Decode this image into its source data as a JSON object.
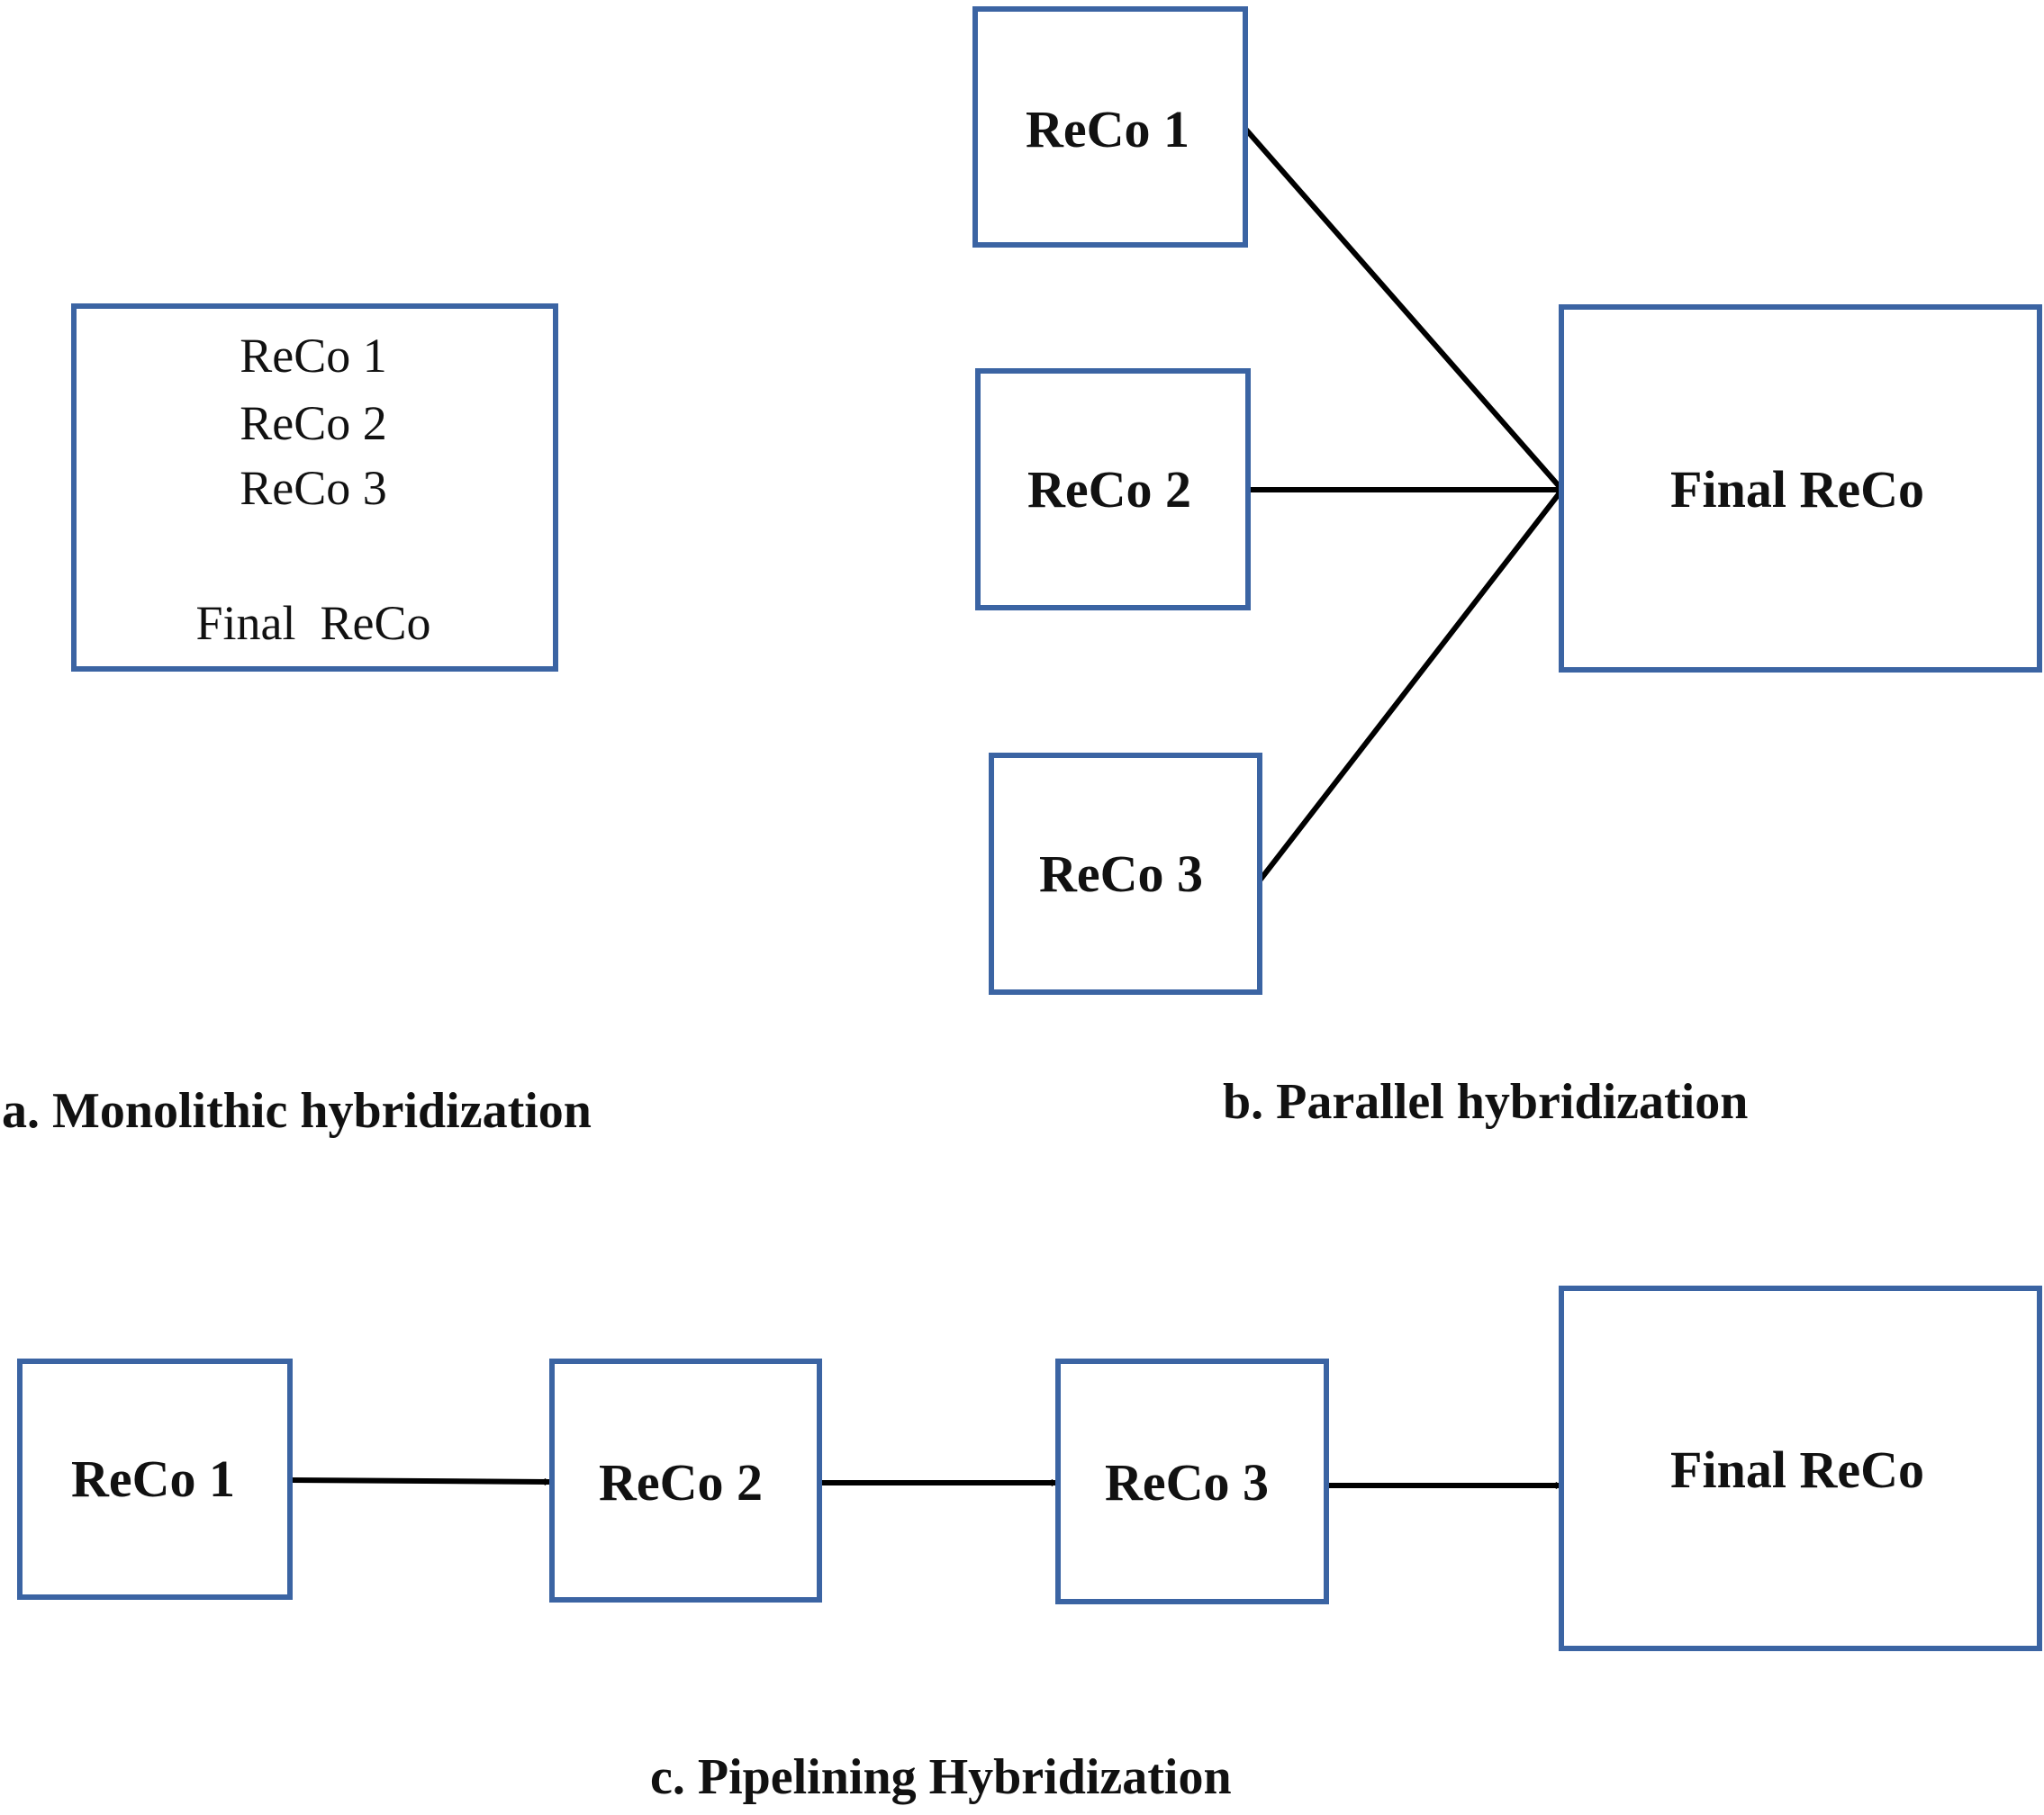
{
  "colors": {
    "box_border": "#3b64a3",
    "arrow": "#000000",
    "text": "#111111",
    "background": "#ffffff"
  },
  "monolithic": {
    "lines": [
      "ReCo 1",
      "ReCo 2",
      "ReCo 3",
      "Final  ReCo"
    ],
    "caption": "a. Monolithic hybridization"
  },
  "parallel": {
    "inputs": [
      "ReCo 1",
      "ReCo 2",
      "ReCo 3"
    ],
    "output": "Final ReCo",
    "caption": "b. Parallel hybridization"
  },
  "pipelining": {
    "stages": [
      "ReCo 1",
      "ReCo 2",
      "ReCo 3"
    ],
    "output": "Final ReCo",
    "caption": "c. Pipelining Hybridization"
  }
}
